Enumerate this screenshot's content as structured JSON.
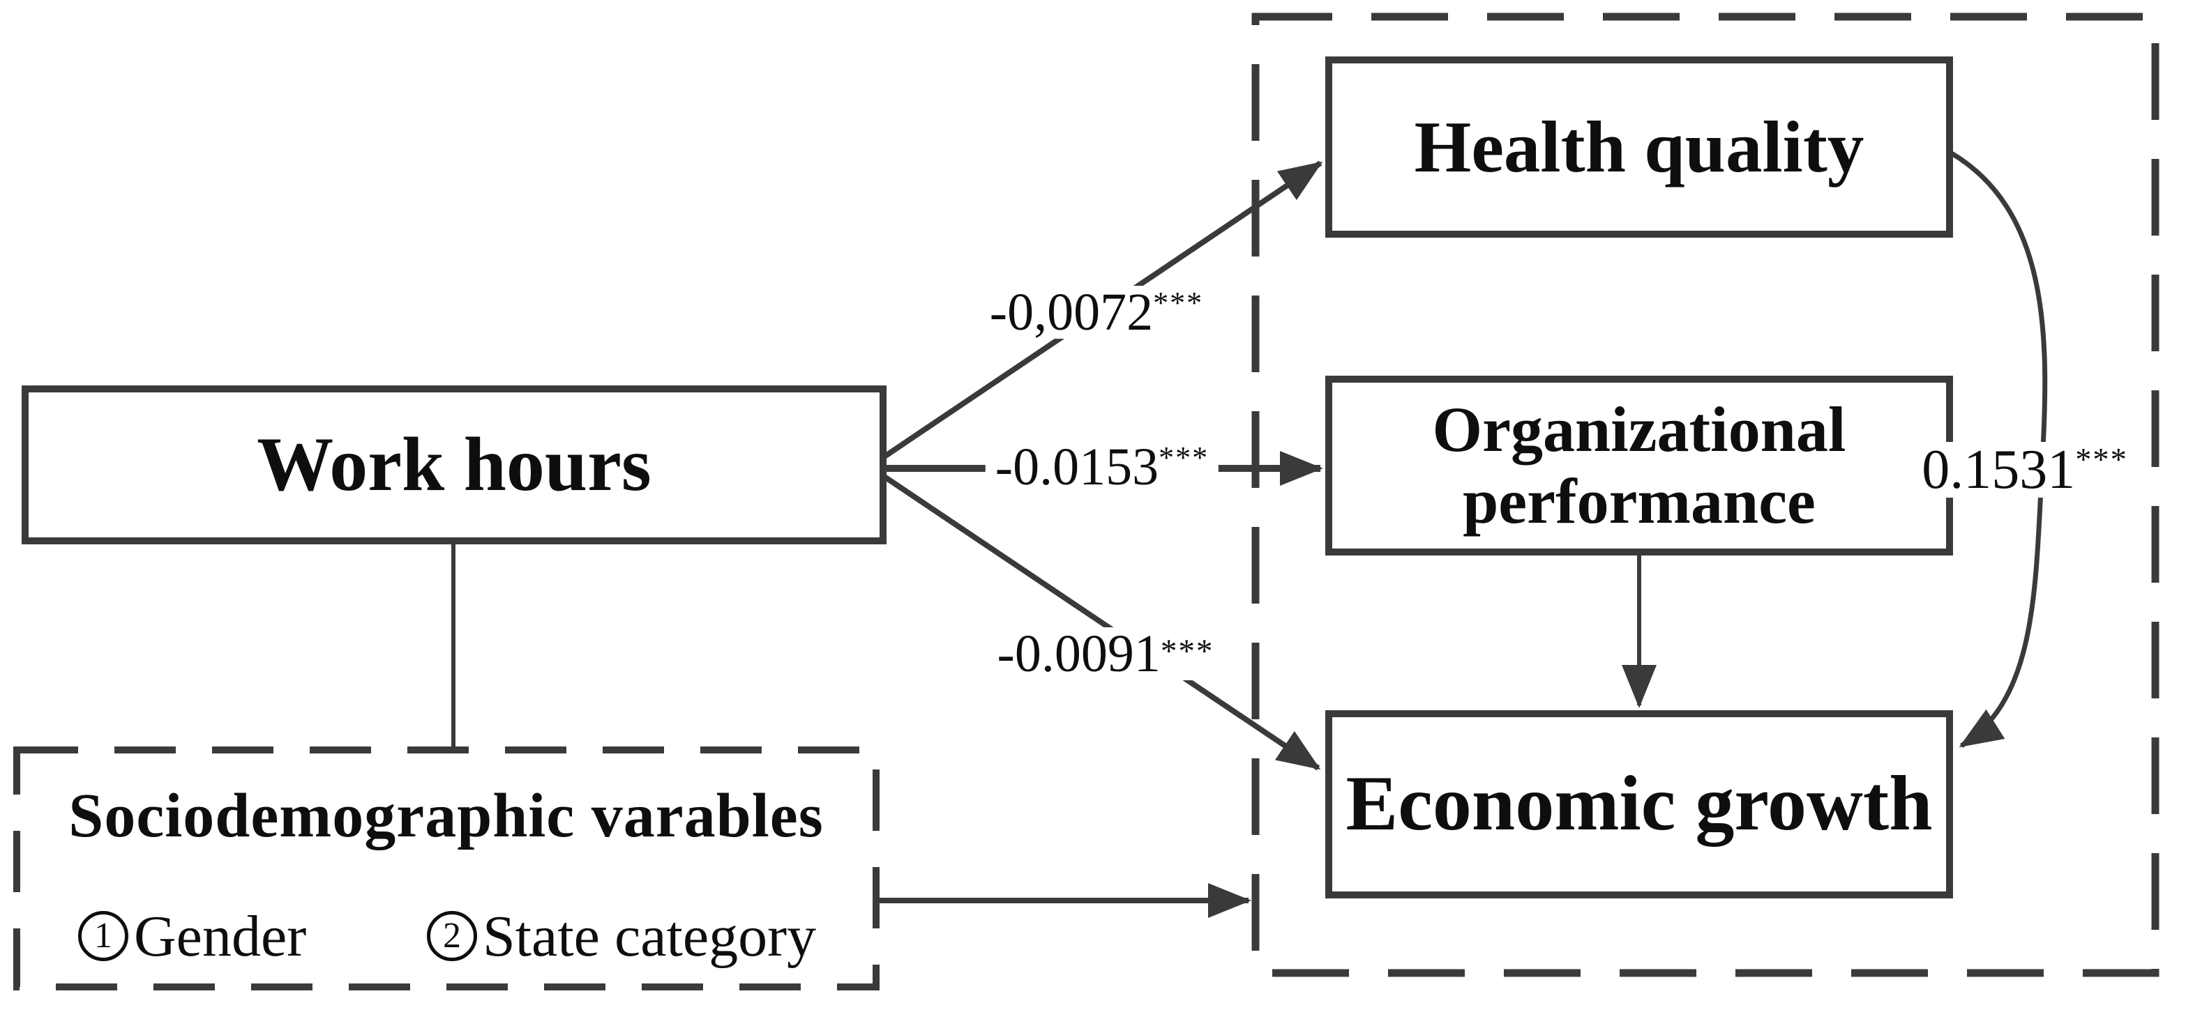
{
  "canvas": {
    "background": "#ffffff",
    "line_color": "#3a3a3a",
    "text_color": "#0e0e0e"
  },
  "nodes": {
    "work_hours": {
      "label": "Work hours"
    },
    "health_quality": {
      "label": "Health quality"
    },
    "organizational_performance": {
      "lines": [
        "Organizational",
        "performance"
      ]
    },
    "economic_growth": {
      "label": "Economic growth"
    }
  },
  "covariates_box": {
    "title": "Sociodemographic varables",
    "items": [
      {
        "num": "1",
        "text": "Gender"
      },
      {
        "num": "2",
        "text": "State category"
      }
    ]
  },
  "path_labels": {
    "work_to_health": {
      "coef": "-0,0072",
      "stars": "***"
    },
    "work_to_org": {
      "coef": "-0.0153",
      "stars": "***"
    },
    "work_to_econ": {
      "coef": "-0.0091",
      "stars": "***"
    },
    "health_to_econ": {
      "coef": "0.1531",
      "stars": "***"
    }
  }
}
